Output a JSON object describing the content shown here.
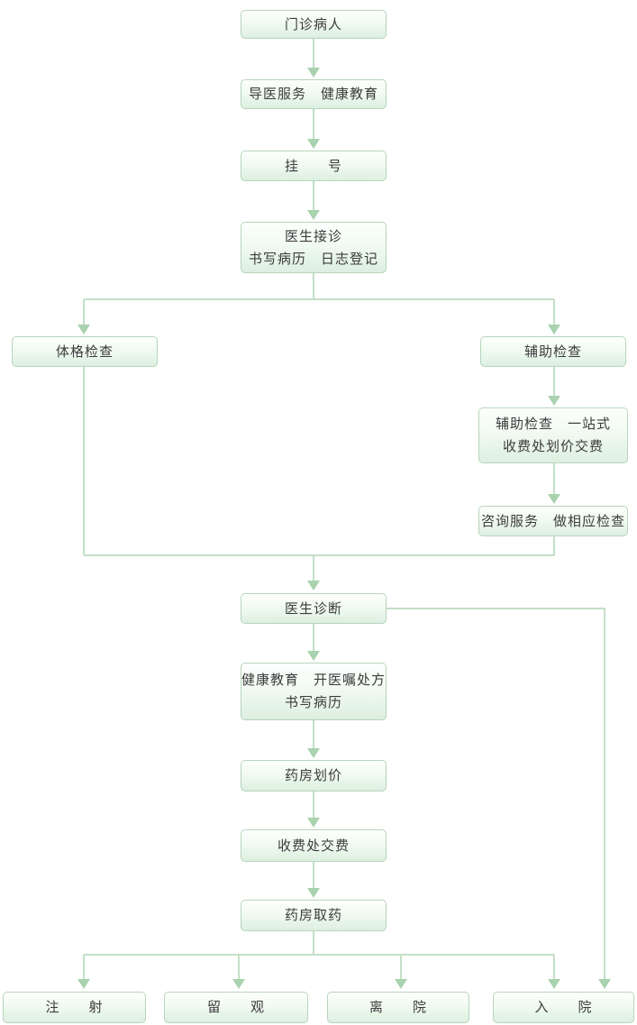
{
  "diagram": {
    "type": "flowchart",
    "language": "zh-CN",
    "description_visible": false
  },
  "colors": {
    "wire": "#c3dfc7",
    "arrow": "#a9d2ae",
    "box_border": "#b7d5bb",
    "box_grad_top": "#fdfffd",
    "box_grad_bottom": "#ddefe0",
    "text_color": "#3c3c3c",
    "background": "#ffffff"
  },
  "nodes": {
    "outpatient": {
      "line1": "门诊病人"
    },
    "guide": {
      "line1": "导医服务　健康教育"
    },
    "register": {
      "line1": "挂　　号"
    },
    "reception": {
      "line1": "医生接诊",
      "line2": "书写病历　日志登记"
    },
    "physical": {
      "line1": "体格检查"
    },
    "auxiliary": {
      "line1": "辅助检查"
    },
    "aux_onestop": {
      "line1": "辅助检查　一站式",
      "line2": "收费处划价交费"
    },
    "consult": {
      "line1": "咨询服务　做相应检查"
    },
    "diagnosis": {
      "line1": "医生诊断"
    },
    "health_edu": {
      "line1": "健康教育　开医嘱处方",
      "line2": "书写病历"
    },
    "pricing": {
      "line1": "药房划价"
    },
    "payment": {
      "line1": "收费处交费"
    },
    "dispense": {
      "line1": "药房取药"
    },
    "injection": {
      "line1": "注　　射"
    },
    "observation": {
      "line1": "留　　观"
    },
    "leave": {
      "line1": "离　　院"
    },
    "admission": {
      "line1": "入　　院"
    }
  },
  "edges": [
    {
      "from": "outpatient",
      "to": "guide"
    },
    {
      "from": "guide",
      "to": "register"
    },
    {
      "from": "register",
      "to": "reception"
    },
    {
      "from": "reception",
      "to": "physical"
    },
    {
      "from": "reception",
      "to": "auxiliary"
    },
    {
      "from": "auxiliary",
      "to": "aux_onestop"
    },
    {
      "from": "aux_onestop",
      "to": "consult"
    },
    {
      "from": "physical",
      "to": "diagnosis"
    },
    {
      "from": "consult",
      "to": "diagnosis"
    },
    {
      "from": "diagnosis",
      "to": "health_edu"
    },
    {
      "from": "diagnosis",
      "to": "admission"
    },
    {
      "from": "health_edu",
      "to": "pricing"
    },
    {
      "from": "pricing",
      "to": "payment"
    },
    {
      "from": "payment",
      "to": "dispense"
    },
    {
      "from": "dispense",
      "to": "injection"
    },
    {
      "from": "dispense",
      "to": "observation"
    },
    {
      "from": "dispense",
      "to": "leave"
    },
    {
      "from": "dispense",
      "to": "admission"
    }
  ]
}
